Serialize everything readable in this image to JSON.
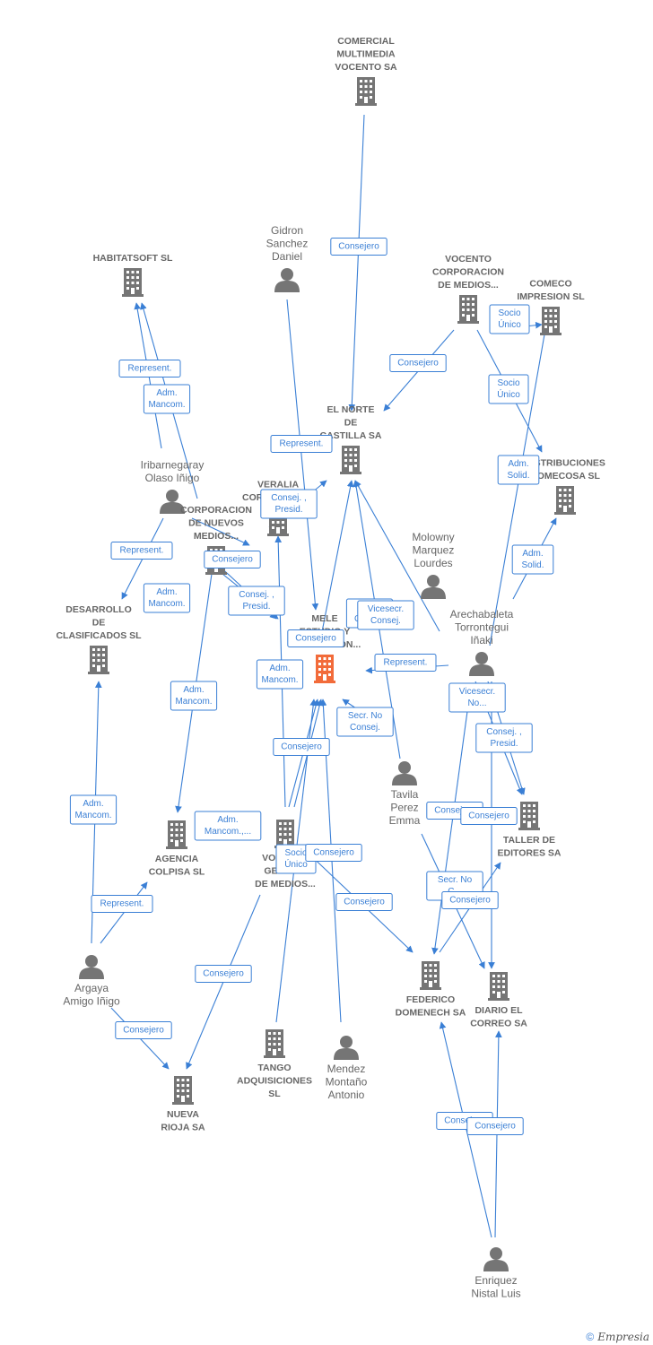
{
  "colors": {
    "edge": "#3a7fd5",
    "node": "#757575",
    "focus": "#f26b3a"
  },
  "nodes": [
    {
      "id": "comercial",
      "type": "company",
      "label": [
        "COMERCIAL",
        "MULTIMEDIA",
        "VOCENTO SA"
      ],
      "icon": "building-icon"
    },
    {
      "id": "gidron",
      "type": "person",
      "label": [
        "Gidron",
        "Sanchez",
        "Daniel"
      ],
      "icon": "person-icon"
    },
    {
      "id": "habitatsoft",
      "type": "company",
      "label": [
        "HABITATSOFT SL"
      ],
      "icon": "building-icon"
    },
    {
      "id": "vocento_corp",
      "type": "company",
      "label": [
        "VOCENTO",
        "CORPORACION",
        "DE MEDIOS..."
      ],
      "icon": "building-icon"
    },
    {
      "id": "comeco",
      "type": "company",
      "label": [
        "COMECO",
        "IMPRESION SL"
      ],
      "icon": "building-icon"
    },
    {
      "id": "elnorte",
      "type": "company",
      "label": [
        "EL NORTE",
        "DE",
        "CASTILLA SA"
      ],
      "icon": "building-icon"
    },
    {
      "id": "iribarnegaray",
      "type": "person",
      "label": [
        "Iribarnegaray",
        "Olaso Iñigo"
      ],
      "icon": "person-icon"
    },
    {
      "id": "veralia",
      "type": "company",
      "label": [
        "VERALIA",
        "CORPORACION"
      ],
      "icon": "building-icon"
    },
    {
      "id": "corp_nuevos",
      "type": "company",
      "label": [
        "CORPORACION",
        "DE NUEVOS",
        "MEDIOS..."
      ],
      "icon": "building-icon"
    },
    {
      "id": "distribuciones",
      "type": "company",
      "label": [
        "DISTRIBUCIONES",
        "COMECOSA SL"
      ],
      "icon": "building-icon"
    },
    {
      "id": "molowny",
      "type": "person",
      "label": [
        "Molowny",
        "Marquez",
        "Lourdes"
      ],
      "icon": "person-icon"
    },
    {
      "id": "desarrollo",
      "type": "company",
      "label": [
        "DESARROLLO",
        "DE",
        "CLASIFICADOS SL"
      ],
      "icon": "building-icon"
    },
    {
      "id": "mele",
      "type": "focus",
      "label": [
        "MELE",
        "ESTUDIO Y",
        "PRODUCCION..."
      ],
      "icon": "building-icon"
    },
    {
      "id": "arechabaleta",
      "type": "person",
      "label": [
        "Arechabaleta",
        "Torrontegui",
        "Iñaki"
      ],
      "icon": "person-icon"
    },
    {
      "id": "tavila",
      "type": "person",
      "label": [
        "Tavila",
        "Perez",
        "Emma"
      ],
      "icon": "person-icon"
    },
    {
      "id": "taller",
      "type": "company",
      "label": [
        "TALLER DE",
        "EDITORES SA"
      ],
      "icon": "building-icon"
    },
    {
      "id": "agencia",
      "type": "company",
      "label": [
        "AGENCIA",
        "COLPISA SL"
      ],
      "icon": "building-icon"
    },
    {
      "id": "vocento_gestion",
      "type": "company",
      "label": [
        "VOCENTO",
        "GESTION",
        "DE MEDIOS..."
      ],
      "icon": "building-icon"
    },
    {
      "id": "federico",
      "type": "company",
      "label": [
        "FEDERICO",
        "DOMENECH SA"
      ],
      "icon": "building-icon"
    },
    {
      "id": "diario",
      "type": "company",
      "label": [
        "DIARIO EL",
        "CORREO SA"
      ],
      "icon": "building-icon"
    },
    {
      "id": "argaya",
      "type": "person",
      "label": [
        "Argaya",
        "Amigo Iñigo"
      ],
      "icon": "person-icon"
    },
    {
      "id": "tango",
      "type": "company",
      "label": [
        "TANGO",
        "ADQUISICIONES",
        "SL"
      ],
      "icon": "building-icon"
    },
    {
      "id": "mendez",
      "type": "person",
      "label": [
        "Mendez",
        "Montaño",
        "Antonio"
      ],
      "icon": "person-icon"
    },
    {
      "id": "nueva_rioja",
      "type": "company",
      "label": [
        "NUEVA",
        "RIOJA SA"
      ],
      "icon": "building-icon"
    },
    {
      "id": "enriquez",
      "type": "person",
      "label": [
        "Enriquez",
        "Nistal Luis"
      ],
      "icon": "person-icon"
    }
  ],
  "edges": [
    {
      "label": [
        "Consejero"
      ]
    },
    {
      "label": [
        "Represent."
      ]
    },
    {
      "label": [
        "Adm.",
        "Mancom."
      ]
    },
    {
      "label": [
        "Consejero"
      ]
    },
    {
      "label": [
        "Socio",
        "Único"
      ]
    },
    {
      "label": [
        "Socio",
        "Único"
      ]
    },
    {
      "label": [
        "Represent."
      ]
    },
    {
      "label": [
        "Consej. ,",
        "Presid."
      ]
    },
    {
      "label": [
        "Adm.",
        "Solid."
      ]
    },
    {
      "label": [
        "Represent."
      ]
    },
    {
      "label": [
        "Adm.",
        "Mancom."
      ]
    },
    {
      "label": [
        "Consejero"
      ]
    },
    {
      "label": [
        "Consej. ,",
        "Presid."
      ]
    },
    {
      "label": [
        "Adm.",
        "Solid."
      ]
    },
    {
      "label": [
        "Consejero"
      ]
    },
    {
      "label": [
        "Secr.",
        "Consej."
      ]
    },
    {
      "label": [
        "Vicesecr.",
        "Consej."
      ]
    },
    {
      "label": [
        "Adm.",
        "Mancom."
      ]
    },
    {
      "label": [
        "Represent."
      ]
    },
    {
      "label": [
        "Adm.",
        "Mancom."
      ]
    },
    {
      "label": [
        "Vicesecr.",
        "No..."
      ]
    },
    {
      "label": [
        "Secr.  No",
        "Consej."
      ]
    },
    {
      "label": [
        "Consej. ,",
        "Presid."
      ]
    },
    {
      "label": [
        "Consejero"
      ]
    },
    {
      "label": [
        "Adm.",
        "Mancom."
      ]
    },
    {
      "label": [
        "Adm.",
        "Mancom.,..."
      ]
    },
    {
      "label": [
        "Consejero"
      ]
    },
    {
      "label": [
        "Consejero"
      ]
    },
    {
      "label": [
        "Socio",
        "Único"
      ]
    },
    {
      "label": [
        "Consejero"
      ]
    },
    {
      "label": [
        "Consejero"
      ]
    },
    {
      "label": [
        "Secr.  No",
        "C..."
      ]
    },
    {
      "label": [
        "Consejero"
      ]
    },
    {
      "label": [
        "Represent."
      ]
    },
    {
      "label": [
        "Consejero"
      ]
    },
    {
      "label": [
        "Consejero"
      ]
    },
    {
      "label": [
        "Consejero"
      ]
    },
    {
      "label": [
        "Consejero"
      ]
    }
  ],
  "footer": {
    "copyright": "©",
    "brand": "Empresia"
  }
}
